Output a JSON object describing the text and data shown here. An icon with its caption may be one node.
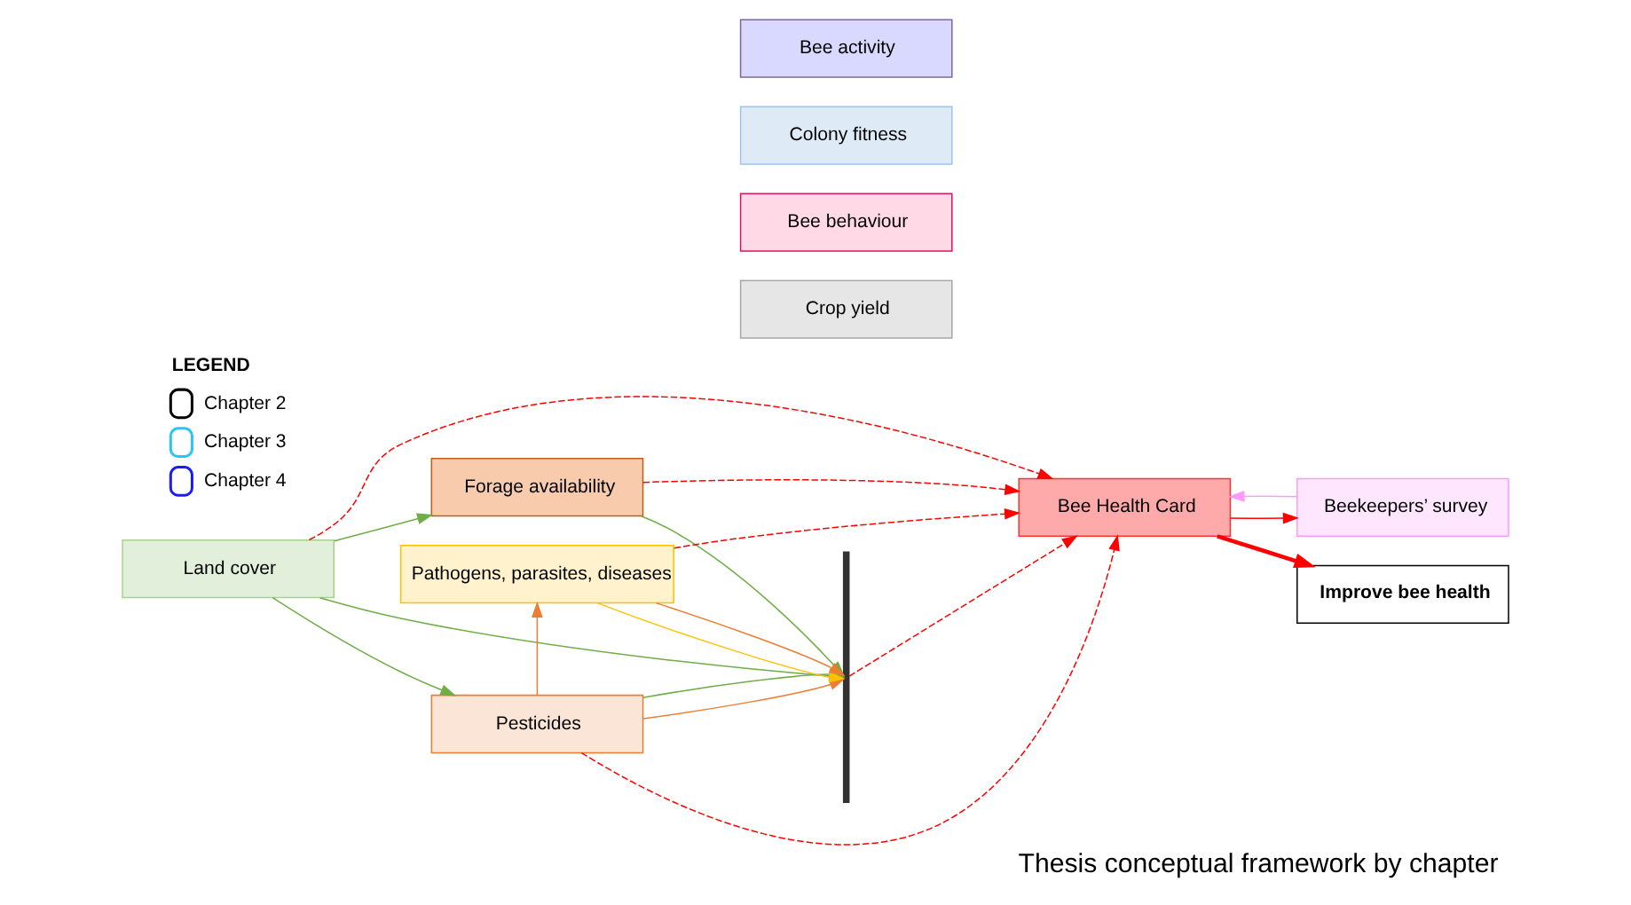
{
  "diagram": {
    "title": "Thesis conceptual framework by chapter",
    "nodes": [
      {
        "text": [
          "Land cover"
        ]
      },
      {
        "text": [
          "Forage availability"
        ]
      },
      {
        "text": [
          "Pesticides"
        ]
      },
      {
        "text": [
          "Pathogens, parasites, diseases"
        ]
      },
      {
        "text": [
          "Bee activity"
        ]
      },
      {
        "text": [
          "Colony fitness"
        ]
      },
      {
        "text": [
          "Bee behaviour"
        ]
      },
      {
        "text": [
          "Crop yield"
        ]
      },
      {
        "text": [
          "Bee Health Card"
        ]
      },
      {
        "text": [
          "Beekeepers’ survey"
        ]
      },
      {
        "text": [
          "Improve bee health"
        ]
      },
      {
        "text": [],
        "shape": "bracket"
      }
    ],
    "edges": [
      {
        "from": 0,
        "to": 1,
        "arrow": "to",
        "color": "#70ad47"
      },
      {
        "from": 0,
        "to": 2,
        "arrow": "to",
        "color": "#70ad47"
      },
      {
        "from": 0,
        "to": 11,
        "arrow": "to",
        "color": "#70ad47"
      },
      {
        "from": 1,
        "to": 11,
        "arrow": "to",
        "color": "#70ad47"
      },
      {
        "from": 2,
        "to": 11,
        "arrow": "to",
        "color": "#ed7d31"
      },
      {
        "from": 2,
        "to": 11,
        "arrow": "to",
        "color": "#70ad47"
      },
      {
        "from": 2,
        "to": 3,
        "arrow": "to",
        "color": "#ed7d31"
      },
      {
        "from": 3,
        "to": 11,
        "arrow": "to",
        "color": "#ffc000"
      },
      {
        "from": 3,
        "to": 11,
        "arrow": "to",
        "color": "#ed7d31"
      },
      {
        "from": 1,
        "to": 8,
        "arrow": "to",
        "style": "dashed",
        "color": "#ff0000"
      },
      {
        "from": 2,
        "to": 8,
        "arrow": "to",
        "style": "dashed",
        "color": "#ff0000"
      },
      {
        "from": 3,
        "to": 8,
        "arrow": "to",
        "style": "dashed",
        "color": "#ff0000"
      },
      {
        "from": 0,
        "to": 8,
        "arrow": "to",
        "style": "dashed",
        "color": "#ff0000"
      },
      {
        "from": 11,
        "to": 8,
        "arrow": "to",
        "style": "dashed",
        "color": "#ff0000"
      },
      {
        "from": 8,
        "to": 9,
        "arrow": "to",
        "color": "#ff0000"
      },
      {
        "from": 9,
        "to": 8,
        "arrow": "to",
        "color": "#ff99ff"
      },
      {
        "from": 8,
        "to": 10,
        "arrow": "to",
        "style": "thick",
        "color": "#ff0000"
      }
    ],
    "labels": [
      "LEGEND"
    ],
    "legend": [
      {
        "text": "Chapter 2"
      },
      {
        "text": "Chapter 3"
      },
      {
        "text": "Chapter 4"
      }
    ]
  }
}
